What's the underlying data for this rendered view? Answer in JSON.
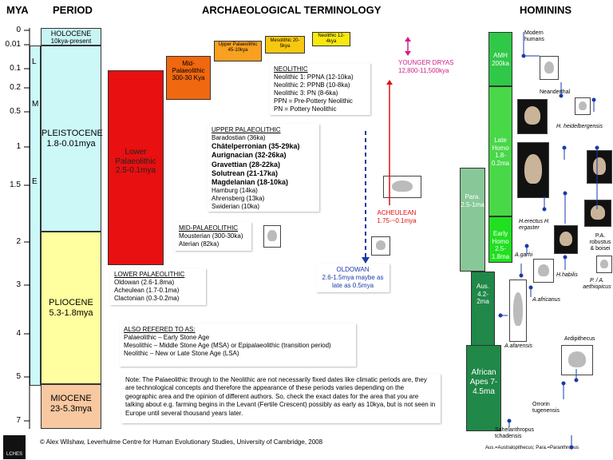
{
  "headers": {
    "mya": "MYA",
    "period": "PERIOD",
    "terminology": "ARCHAEOLOGICAL TERMINOLOGY",
    "hominins": "HOMININS"
  },
  "ticks": [
    "0",
    "0.01",
    "0.1",
    "0.2",
    "0.5",
    "1",
    "1.5",
    "2",
    "3",
    "4",
    "5",
    "7"
  ],
  "epochs": {
    "sub": [
      "L",
      "M",
      "E"
    ],
    "holocene": {
      "name": "HOLOCENE",
      "range": "10kya-present"
    },
    "pleistocene": {
      "name": "PLEISTOCENE",
      "range": "1.8-0.01mya"
    },
    "pliocene": {
      "name": "PLIOCENE",
      "range": "5.3-1.8mya"
    },
    "miocene": {
      "name": "MIOCENE",
      "range": "23-5.3mya"
    }
  },
  "periods": {
    "lower": "Lower Palaeolithic 2.5-0.1mya",
    "mid": "Mid-Palaeolithic 300-30 Kya",
    "upper": "Upper Palaeolithic 45-10kya",
    "meso": "Mesolithic 20-5kya",
    "neo": "Neolithic 12-4kya"
  },
  "neolithic": {
    "title": "NEOLITHIC",
    "lines": [
      "Neolithic 1: PPNA (12-10ka)",
      "Neolithic 2: PPNB (10-8ka)",
      "Neolithic 3: PN (8-6ka)",
      "PPN = Pre-Pottery Neolithic",
      "PN = Pottery Neolithic"
    ]
  },
  "younger_dryas": {
    "name": "YOUNGER DRYAS",
    "range": "12,800-11,500kya"
  },
  "upper_pal": {
    "title": "UPPER PALAEOLITHIC",
    "lines": [
      {
        "t": "Baradostian (36ka)",
        "b": false
      },
      {
        "t": "Châtelperronian (35-29ka)",
        "b": true
      },
      {
        "t": "Aurignacian (32-26ka)",
        "b": true
      },
      {
        "t": "Gravettian (28-22ka)",
        "b": true
      },
      {
        "t": "Solutrean (21-17ka)",
        "b": true
      },
      {
        "t": "Magdelanian (18-10ka)",
        "b": true
      },
      {
        "t": "Hamburg (14ka)",
        "b": false
      },
      {
        "t": "Ahrensberg (13ka)",
        "b": false
      },
      {
        "t": "Swiderian (10ka)",
        "b": false
      }
    ]
  },
  "acheulean": {
    "name": "ACHEULEAN",
    "range": "1.75-~0.1mya"
  },
  "mid_pal": {
    "title": "MID-PALAEOLITHIC",
    "lines": [
      "Mousterian (300-30ka)",
      "Aterian (82ka)"
    ]
  },
  "oldowan": {
    "name": "OLDOWAN",
    "range": "2.6-1.5mya maybe as late as 0.5mya"
  },
  "lower_pal": {
    "title": "LOWER PALAEOLITHIC",
    "lines": [
      "Oldowan (2.6-1.8ma)",
      "Acheulean (1.7-0.1ma)",
      "Clactonian (0.3-0.2ma)"
    ]
  },
  "also": {
    "title": "ALSO REFERED TO AS:",
    "lines": [
      "Palaeolithic – Early Stone Age",
      "Mesolithic – Middle Stone Age (MSA) or Epipalaeolithic (transition period)",
      "Neolithic – New or Late Stone Age (LSA)"
    ]
  },
  "note": "Note: The Palaeolithic through to the Neolithic are not necessarily fixed dates like climatic periods are, they are technological concepts and therefore the appearance of these periods varies depending on the geographic area and the opinion of different authors. So, check the exact dates for the area that you are talking about e.g. farming begins in the Levant (Fertile Crescent) possibly as early as 10kya, but is not seen in Europe until several thousand years later.",
  "hominin_boxes": {
    "amh": "AMH 200ka",
    "late_homo": "Late Homo 1.8-0.2ma",
    "early_homo": "Early Homo 2.5-1.8ma",
    "para": "Para. 2.5-1ma",
    "aus": "Aus. 4.2-2ma",
    "apes": "African Apes 7-4.5ma"
  },
  "species": {
    "modern": "Modern humans",
    "neanderthal": "Neanderthal",
    "heidel": "H. heidelbergensis",
    "erectus": "H.erectus H. ergaster",
    "robustus": "P.A. robustus & boisei",
    "aethiopicus": "P. / A. aethiopicus",
    "garhi": "A.garhi",
    "habilis": "H.habilis",
    "africanus": "A.africanus",
    "afarensis": "A.afarensis",
    "ardipithecus": "Ardipithecus",
    "orrorin": "Orrorin tugenensis",
    "sahel": "Sahelanthropus tchadensis"
  },
  "abbrev": "Aus.=Australopithecus; Para.=Paranthropus",
  "credit": "© Alex Wilshaw, Leverhulme Centre for Human Evolutionary Studies, University of Cambridge, 2008",
  "logo": "LCHES",
  "colors": {
    "holocene": "#c8f4f4",
    "pleistocene": "#ccf8f8",
    "pliocene": "#ffffa0",
    "miocene": "#f8c8a0",
    "lower": "#e81010",
    "mid": "#f06810",
    "upper": "#f8a020",
    "meso": "#f8c810",
    "neo": "#f8e810",
    "amh": "#30c848",
    "late_homo": "#48d848",
    "early_homo": "#20e020",
    "para": "#88c898",
    "aus": "#208848",
    "apes": "#208848",
    "blue": "#1a3aa8"
  }
}
